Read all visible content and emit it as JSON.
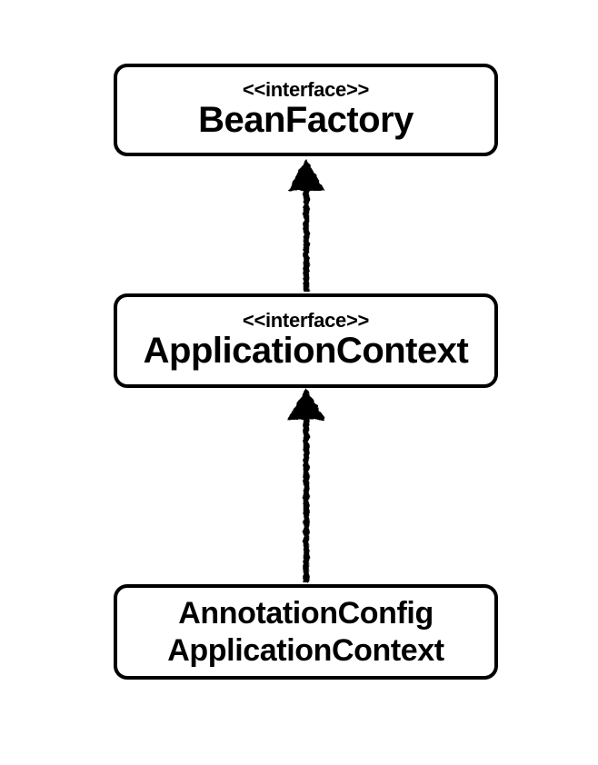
{
  "diagram": {
    "type": "uml-class-inheritance",
    "nodes": [
      {
        "stereotype": "<<interface>>",
        "name": "BeanFactory"
      },
      {
        "stereotype": "<<interface>>",
        "name": "ApplicationContext"
      },
      {
        "name_line1": "AnnotationConfig",
        "name_line2": "ApplicationContext"
      }
    ],
    "edges": [
      {
        "from": "ApplicationContext",
        "to": "BeanFactory",
        "style": "solid-line-filled-triangle-arrowhead",
        "direction": "up"
      },
      {
        "from": "AnnotationConfigApplicationContext",
        "to": "ApplicationContext",
        "style": "solid-line-filled-triangle-arrowhead",
        "direction": "up"
      }
    ],
    "colors": {
      "background": "#ffffff",
      "node_fill": "#ffffff",
      "node_border": "#000000",
      "text": "#000000",
      "arrow": "#000000"
    }
  }
}
